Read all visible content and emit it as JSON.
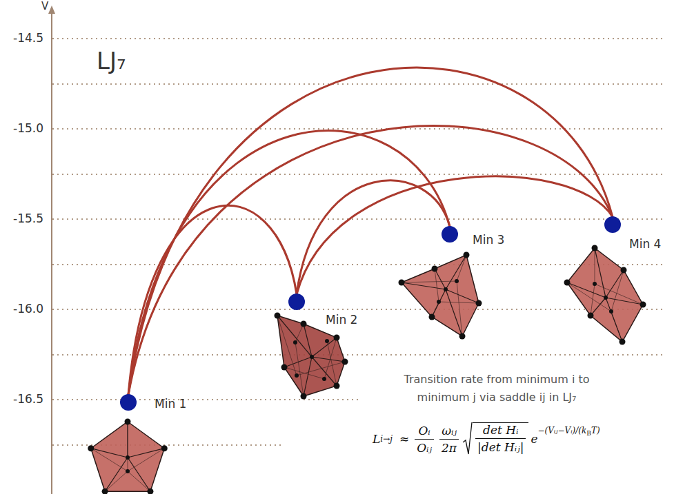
{
  "diagram": {
    "title": "LJ₇",
    "caption": "Transition rate from minimum i to minimum j via saddle ij in LJ₇",
    "nodes": [
      {
        "text": [
          "Min 1"
        ]
      },
      {
        "text": [
          "Min 2"
        ]
      },
      {
        "text": [
          "Min 3"
        ]
      },
      {
        "text": [
          "Min 4"
        ]
      }
    ],
    "edges": [
      {
        "from": 0,
        "to": 1,
        "arrow": "none"
      },
      {
        "from": 0,
        "to": 2,
        "arrow": "none"
      },
      {
        "from": 0,
        "to": 3,
        "arrow": "none"
      },
      {
        "from": 0,
        "to": 3,
        "arrow": "none"
      },
      {
        "from": 1,
        "to": 2,
        "arrow": "none"
      },
      {
        "from": 1,
        "to": 3,
        "arrow": "none"
      }
    ],
    "labels": [
      "V",
      "-14.5",
      "-15.0",
      "-15.5",
      "-16.0",
      "-16.5",
      "L",
      "i→j",
      "≈",
      "Oᵢ",
      "Oᵢⱼ",
      "ωᵢⱼ",
      "2π",
      "det Hᵢ",
      "|det Hᵢⱼ|",
      "e",
      "−(Vᵢⱼ−Vᵢ)/(k",
      "B",
      "T)"
    ]
  }
}
